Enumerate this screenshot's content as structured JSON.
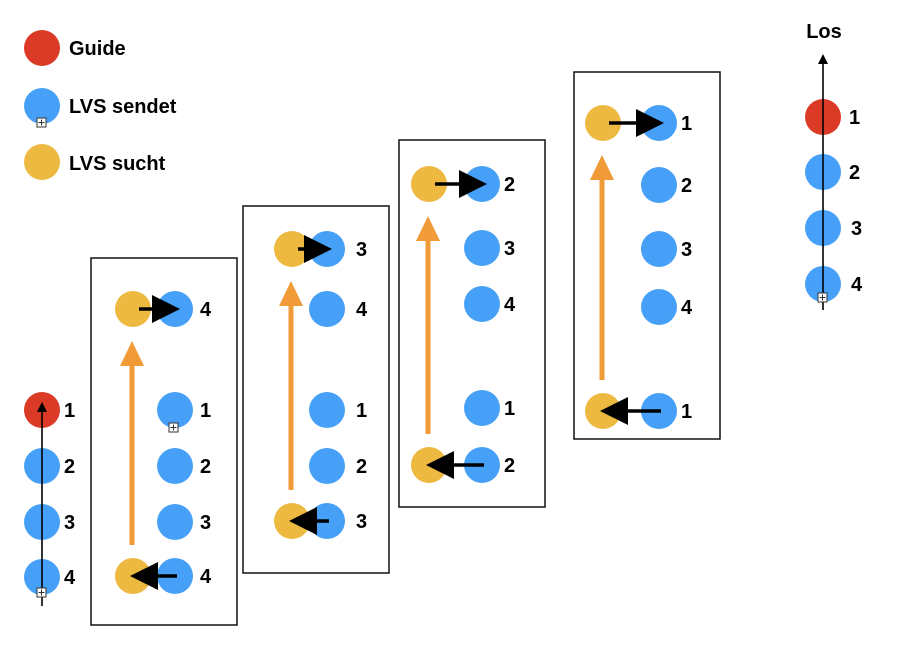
{
  "colors": {
    "guide": "#db3a26",
    "lvs_sendet": "#47a0f7",
    "lvs_sucht": "#eeb940",
    "search_arrow": "#f19a38",
    "arrow": "#000000"
  },
  "legend": [
    {
      "role": "guide",
      "label": "Guide"
    },
    {
      "role": "lvs_sendet",
      "label": "LVS sendet"
    },
    {
      "role": "lvs_sucht",
      "label": "LVS sucht"
    }
  ],
  "start_column": {
    "title": "Los",
    "items": [
      {
        "label": "1",
        "role": "guide"
      },
      {
        "label": "2",
        "role": "lvs_sendet"
      },
      {
        "label": "3",
        "role": "lvs_sendet"
      },
      {
        "label": "4",
        "role": "lvs_sendet"
      }
    ]
  },
  "initial_column": {
    "items": [
      {
        "label": "1",
        "role": "guide"
      },
      {
        "label": "2",
        "role": "lvs_sendet"
      },
      {
        "label": "3",
        "role": "lvs_sendet"
      },
      {
        "label": "4",
        "role": "lvs_sendet"
      }
    ]
  },
  "steps": [
    {
      "checked_person": "4",
      "top_label": "4",
      "bottom_label": "4",
      "middle_labels": [
        "1",
        "2",
        "3"
      ]
    },
    {
      "checked_person": "3",
      "top_label": "3",
      "bottom_label": "3",
      "middle_labels": [
        "4",
        "1",
        "2"
      ]
    },
    {
      "checked_person": "2",
      "top_label": "2",
      "bottom_label": "2",
      "middle_labels": [
        "3",
        "4",
        "1"
      ]
    },
    {
      "checked_person": "1",
      "top_label": "1",
      "bottom_label": "1",
      "middle_labels": [
        "2",
        "3",
        "4"
      ]
    }
  ]
}
